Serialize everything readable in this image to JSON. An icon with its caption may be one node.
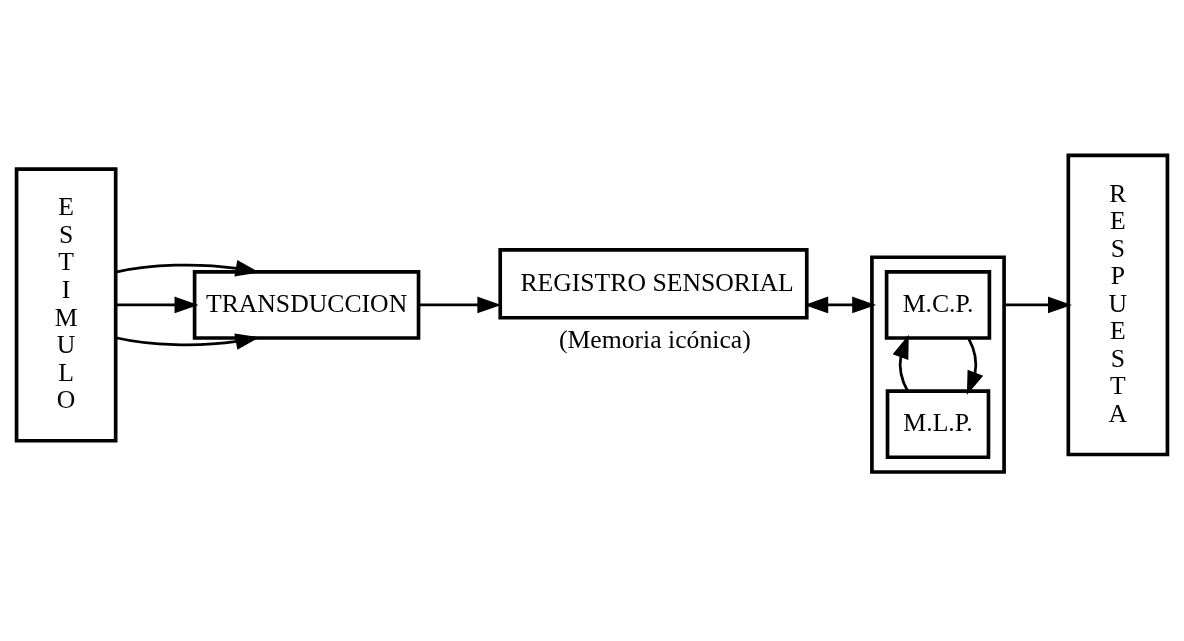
{
  "diagram": {
    "nodes": [
      {
        "text": [
          "ESTIMULO"
        ]
      },
      {
        "text": [
          "TRANSDUCCION"
        ]
      },
      {
        "text": [
          "REGISTRO SENSORIAL"
        ],
        "beside": [
          "(Memoria icónica)"
        ]
      },
      {
        "text": [],
        "shape": "box"
      },
      {
        "text": [
          "M.C.P."
        ],
        "in": 3
      },
      {
        "text": [
          "M.L.P."
        ],
        "in": 3
      },
      {
        "text": [
          "RESPUESTA"
        ]
      }
    ],
    "edges": [
      {
        "from": 0,
        "to": 1,
        "arrow": "to"
      },
      {
        "from": 0,
        "to": 1,
        "arrow": "to"
      },
      {
        "from": 0,
        "to": 1,
        "arrow": "to"
      },
      {
        "from": 1,
        "to": 2,
        "arrow": "to"
      },
      {
        "from": 2,
        "to": 3,
        "arrow": "both"
      },
      {
        "from": 4,
        "to": 5,
        "arrow": "to"
      },
      {
        "from": 5,
        "to": 4,
        "arrow": "to"
      },
      {
        "from": 3,
        "to": 6,
        "arrow": "to"
      }
    ]
  }
}
